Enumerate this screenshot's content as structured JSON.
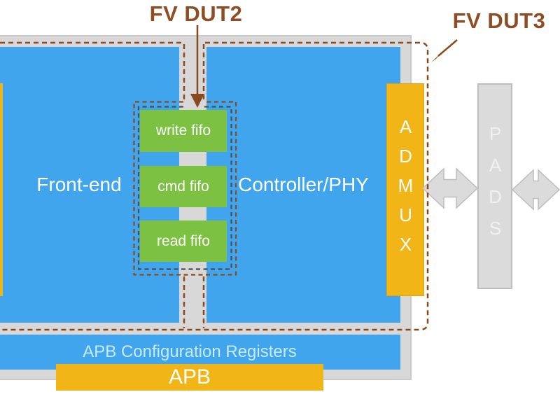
{
  "diagram": {
    "dut2_label": "FV DUT2",
    "dut3_label": "FV DUT3",
    "front_end": {
      "label": "Front-end"
    },
    "controller": {
      "label": "Controller/PHY"
    },
    "fifos": [
      "write fifo",
      "cmd fifo",
      "read fifo"
    ],
    "admux": {
      "label": "ADMUX"
    },
    "pads": {
      "label": "PADS"
    },
    "apb_registers": {
      "label": "APB Configuration Registers"
    },
    "apb_bus": {
      "label": "APB"
    }
  },
  "colors": {
    "block_blue": "#41A5EE",
    "fifo_green": "#7CC142",
    "accent_gold": "#F2B517",
    "panel_gray": "#D8D8D8",
    "pads_gray": "#DBDBDB",
    "arrow_gray_border": "#BDBDBD",
    "annotation_brown": "#8A4A1F",
    "annotation_text": "#8E4D22",
    "fifo_inner_dash": "#4D4D4D",
    "apb_text_blue": "#C8EAFD"
  }
}
